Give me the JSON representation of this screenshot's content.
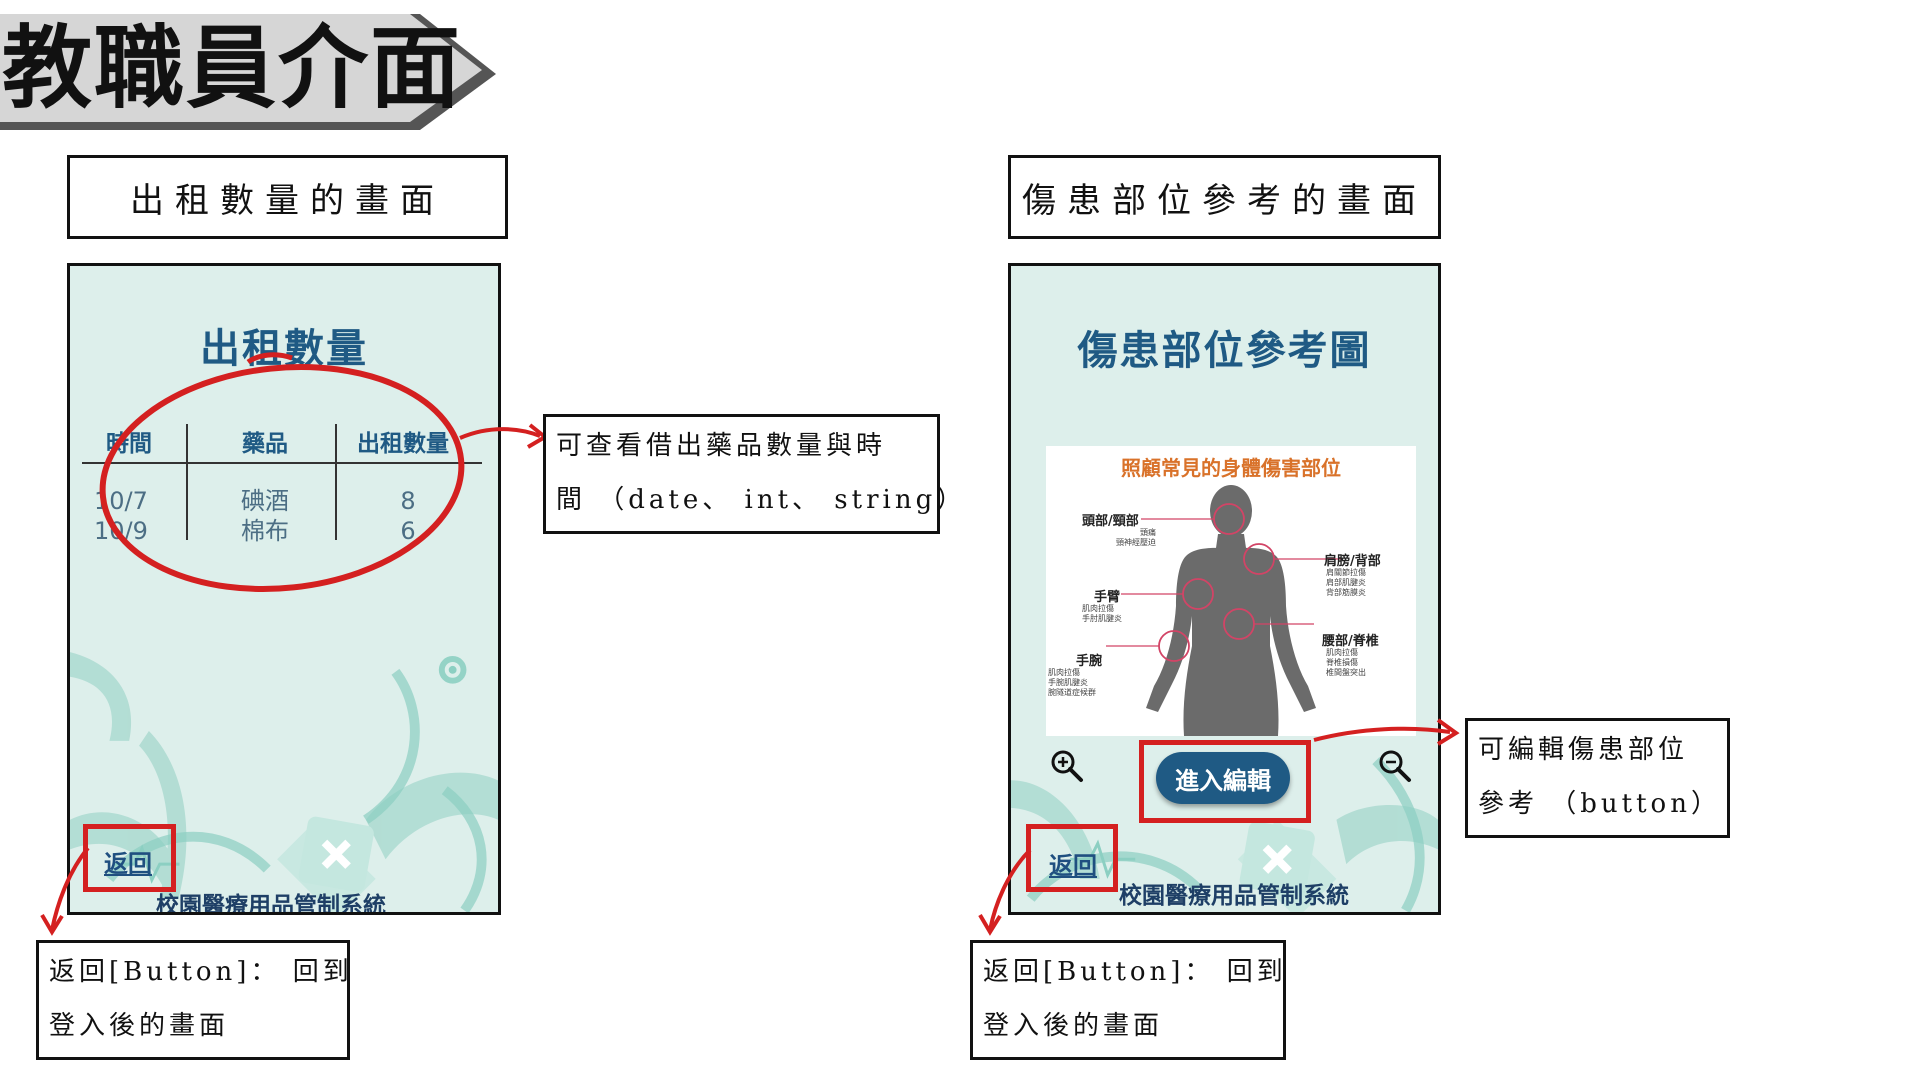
{
  "header": {
    "title": "教職員介面"
  },
  "left": {
    "section_label": "出租數量的畫面",
    "phone": {
      "title": "出租數量",
      "table": {
        "headers": [
          "時間",
          "藥品",
          "出租數量"
        ],
        "rows": [
          {
            "time": "10/7",
            "item": "碘酒",
            "qty": "8"
          },
          {
            "time": "10/9",
            "item": "棉布",
            "qty": "6"
          }
        ]
      },
      "back_label": "返回",
      "footer": "校園醫療用品管制系統"
    },
    "callout_table": [
      "可查看借出藥品數量與時",
      "間 （date、 int、 string）"
    ],
    "callout_back": [
      "返回[Button]： 回到",
      "登入後的畫面"
    ]
  },
  "right": {
    "section_label": "傷患部位參考的畫面",
    "phone": {
      "title": "傷患部位參考圖",
      "card_title": "照顧常見的身體傷害部位",
      "parts": {
        "head": {
          "label": "頭部/頸部",
          "sub": [
            "頭痛",
            "頸神經壓迫"
          ]
        },
        "arm": {
          "label": "手臂",
          "sub": [
            "肌肉拉傷",
            "手肘肌腱炎"
          ]
        },
        "wrist": {
          "label": "手腕",
          "sub": [
            "肌肉拉傷",
            "手腕肌腱炎",
            "腕隧道症候群"
          ]
        },
        "shoulder": {
          "label": "肩膀/背部",
          "sub": [
            "肩關節拉傷",
            "肩部肌腱炎",
            "背部筋膜炎"
          ]
        },
        "waist": {
          "label": "腰部/脊椎",
          "sub": [
            "肌肉拉傷",
            "脊椎損傷",
            "椎間盤突出"
          ]
        }
      },
      "edit_label": "進入編輯",
      "back_label": "返回",
      "footer": "校園醫療用品管制系統"
    },
    "callout_edit": [
      "可編輯傷患部位",
      "參考 （button）"
    ],
    "callout_back": [
      "返回[Button]： 回到",
      "登入後的畫面"
    ]
  },
  "colors": {
    "annotation": "#d42020",
    "phone_bg": "#ddefeb",
    "title": "#1f5a84",
    "button": "#1f5a84"
  }
}
